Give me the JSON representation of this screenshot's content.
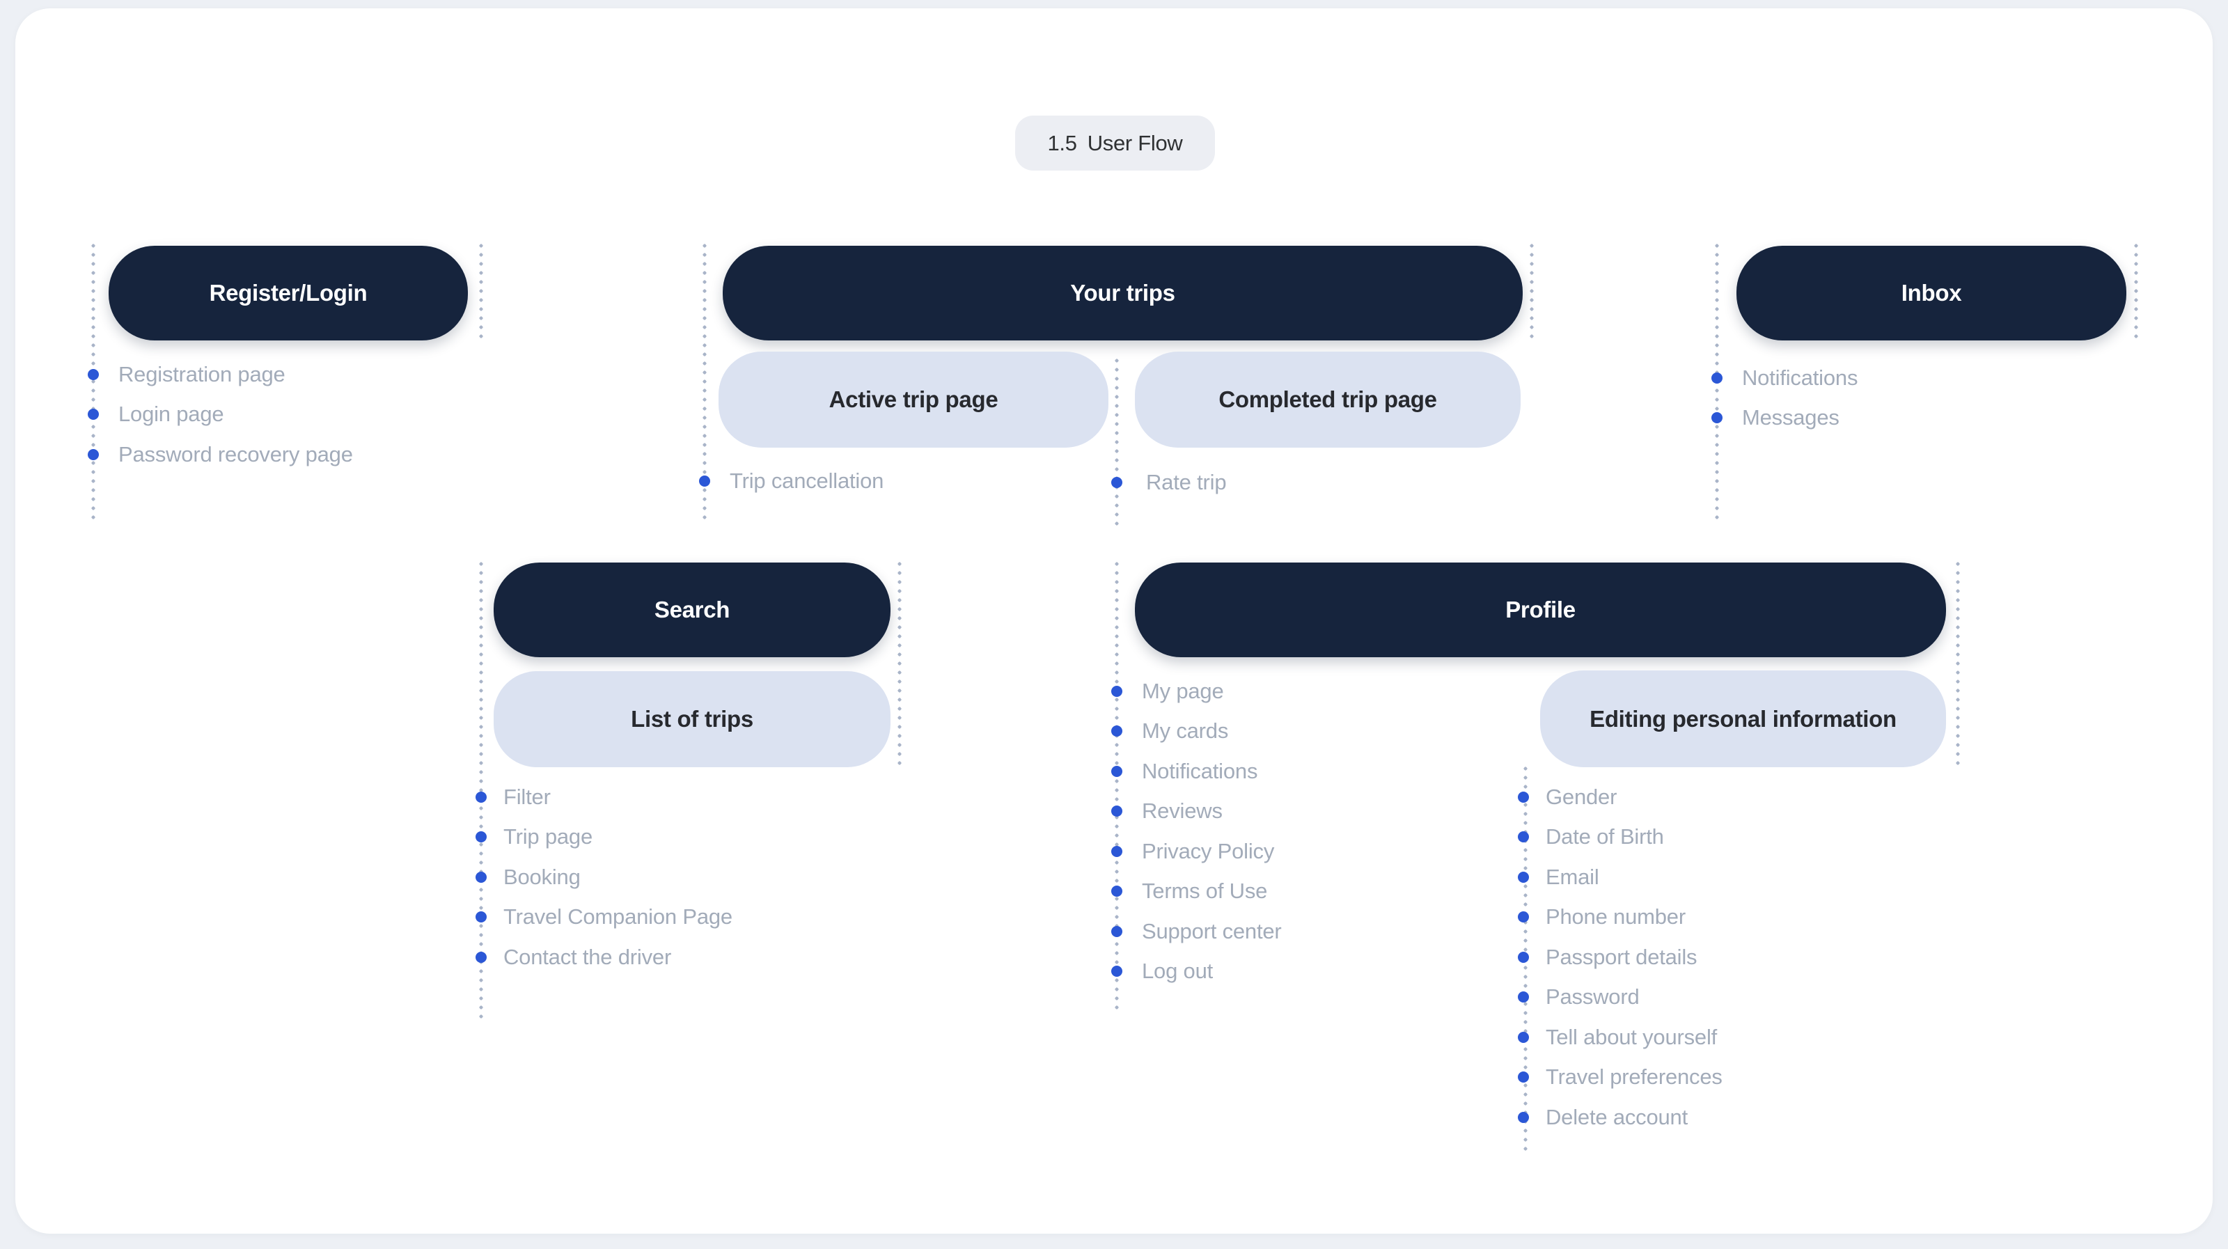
{
  "header": {
    "badge_number": "1.5",
    "badge_label": "User Flow"
  },
  "colors": {
    "page_background": "#EDF0F5",
    "card_background": "#FFFFFF",
    "node_dark": "#16243D",
    "node_dark_text": "#FFFFFF",
    "node_light": "#DBE2F1",
    "node_light_text": "#27292E",
    "bullet_blue": "#2B57D6",
    "list_text_gray": "#A2ABB9",
    "dotted_line": "#A9B4C8",
    "badge_background": "#ECEEF3",
    "badge_text": "#2F3133"
  },
  "sections": {
    "register_login": {
      "title": "Register/Login",
      "items": [
        "Registration page",
        "Login page",
        "Password recovery page"
      ]
    },
    "your_trips": {
      "title": "Your trips",
      "children": [
        {
          "title": "Active trip page",
          "items": [
            "Trip cancellation"
          ]
        },
        {
          "title": "Completed trip page",
          "items": [
            "Rate trip"
          ]
        }
      ]
    },
    "inbox": {
      "title": "Inbox",
      "items": [
        "Notifications",
        "Messages"
      ]
    },
    "search": {
      "title": "Search",
      "child_title": "List of trips",
      "items": [
        "Filter",
        "Trip page",
        "Booking",
        "Travel Companion Page",
        "Contact the driver"
      ]
    },
    "profile": {
      "title": "Profile",
      "items": [
        "My page",
        "My cards",
        "Notifications",
        "Reviews",
        "Privacy Policy",
        "Terms of Use",
        "Support center",
        "Log out"
      ],
      "child": {
        "title": "Editing personal information",
        "items": [
          "Gender",
          "Date of Birth",
          "Email",
          "Phone number",
          "Passport details",
          "Password",
          "Tell about yourself",
          "Travel preferences",
          "Delete account"
        ]
      }
    }
  }
}
